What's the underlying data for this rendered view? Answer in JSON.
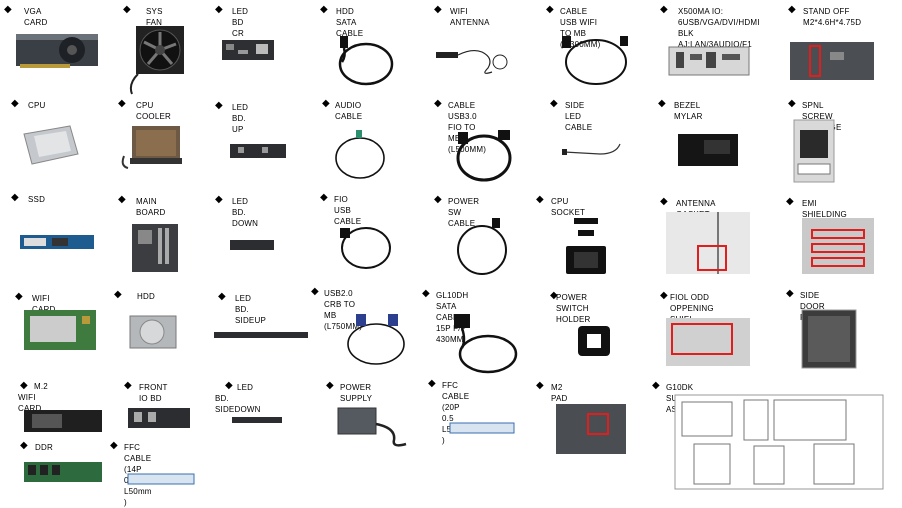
{
  "bullet": "◆",
  "parts": [
    {
      "id": "vga-card",
      "label": "VGA CARD"
    },
    {
      "id": "sys-fan",
      "label": "SYS FAN"
    },
    {
      "id": "led-bd-cr",
      "label": "LED BD CR"
    },
    {
      "id": "hdd-sata-cable",
      "label": "HDD SATA CABLE"
    },
    {
      "id": "wifi-antenna",
      "label": "WIFI ANTENNA"
    },
    {
      "id": "cable-usb-wifi",
      "label": "CABLE USB WIFI TO MB\n(L:300MM)"
    },
    {
      "id": "x500ma-io",
      "label": "X500MA IO:\n6USB/VGA/DVI/HDMI BLK\nAJ:LAN/3AUDIO/F1"
    },
    {
      "id": "stand-off",
      "label": "STAND OFF\nM2*4.6H*4.75D"
    },
    {
      "id": "cpu",
      "label": "CPU"
    },
    {
      "id": "cpu-cooler",
      "label": "CPU COOLER"
    },
    {
      "id": "led-bd-up",
      "label": "LED BD. UP"
    },
    {
      "id": "audio-cable",
      "label": "AUDIO CABLE"
    },
    {
      "id": "cable-usb3-fio",
      "label": "CABLE USB3.0 FIO TO MB\n(L500MM)"
    },
    {
      "id": "side-led-cable",
      "label": "SIDE LED CABLE"
    },
    {
      "id": "bezel-mylar",
      "label": "BEZEL MYLAR"
    },
    {
      "id": "spnl-screw",
      "label": "SPNL SCREW PACKAGE"
    },
    {
      "id": "ssd",
      "label": "SSD"
    },
    {
      "id": "main-board",
      "label": "MAIN BOARD"
    },
    {
      "id": "led-bd-down",
      "label": "LED BD. DOWN"
    },
    {
      "id": "fio-usb-cable",
      "label": "FIO USB CABLE"
    },
    {
      "id": "power-sw-cable",
      "label": "POWER SW CABLE"
    },
    {
      "id": "cpu-socket",
      "label": "CPU SOCKET"
    },
    {
      "id": "antenna-gasket",
      "label": "ANTENNA GASKET"
    },
    {
      "id": "emi-gasket",
      "label": "EMI SHIELDING GASKET"
    },
    {
      "id": "wifi-card",
      "label": "WIFI CARD"
    },
    {
      "id": "hdd",
      "label": "HDD"
    },
    {
      "id": "led-bd-sideup",
      "label": "LED BD. SIDEUP"
    },
    {
      "id": "usb2-crb",
      "label": "USB2.0 CRB TO MB\n(L750MM)"
    },
    {
      "id": "gl10dh-sata",
      "label": "GL10DH SATA CABLE\n15P F/P 430MM"
    },
    {
      "id": "power-switch-holder",
      "label": "POWER SWITCH\nHOLDER"
    },
    {
      "id": "fiol-odd",
      "label": "FIOL ODD\nOPPENING SHIEL"
    },
    {
      "id": "side-door-plate",
      "label": "SIDE DOOR PLATE"
    },
    {
      "id": "m2-wifi-card",
      "label": "M.2 WIFI\nCARD"
    },
    {
      "id": "front-io-bd",
      "label": "FRONT IO BD"
    },
    {
      "id": "led-bd-sidedown",
      "label": "LED BD.\nSIDEDOWN"
    },
    {
      "id": "power-supply",
      "label": "POWER SUPPLY"
    },
    {
      "id": "ffc-cable-20p",
      "label": "FFC CABLE\n(20P 0.5 L50mm )"
    },
    {
      "id": "m2-pad",
      "label": "M2 PAD"
    },
    {
      "id": "g10dk-sub-assy",
      "label": "G10DK SUB ASSY"
    },
    {
      "id": "ddr",
      "label": "DDR"
    },
    {
      "id": "ffc-cable-14p",
      "label": "FFC CABLE\n(14P 0.5 L50mm )"
    }
  ]
}
